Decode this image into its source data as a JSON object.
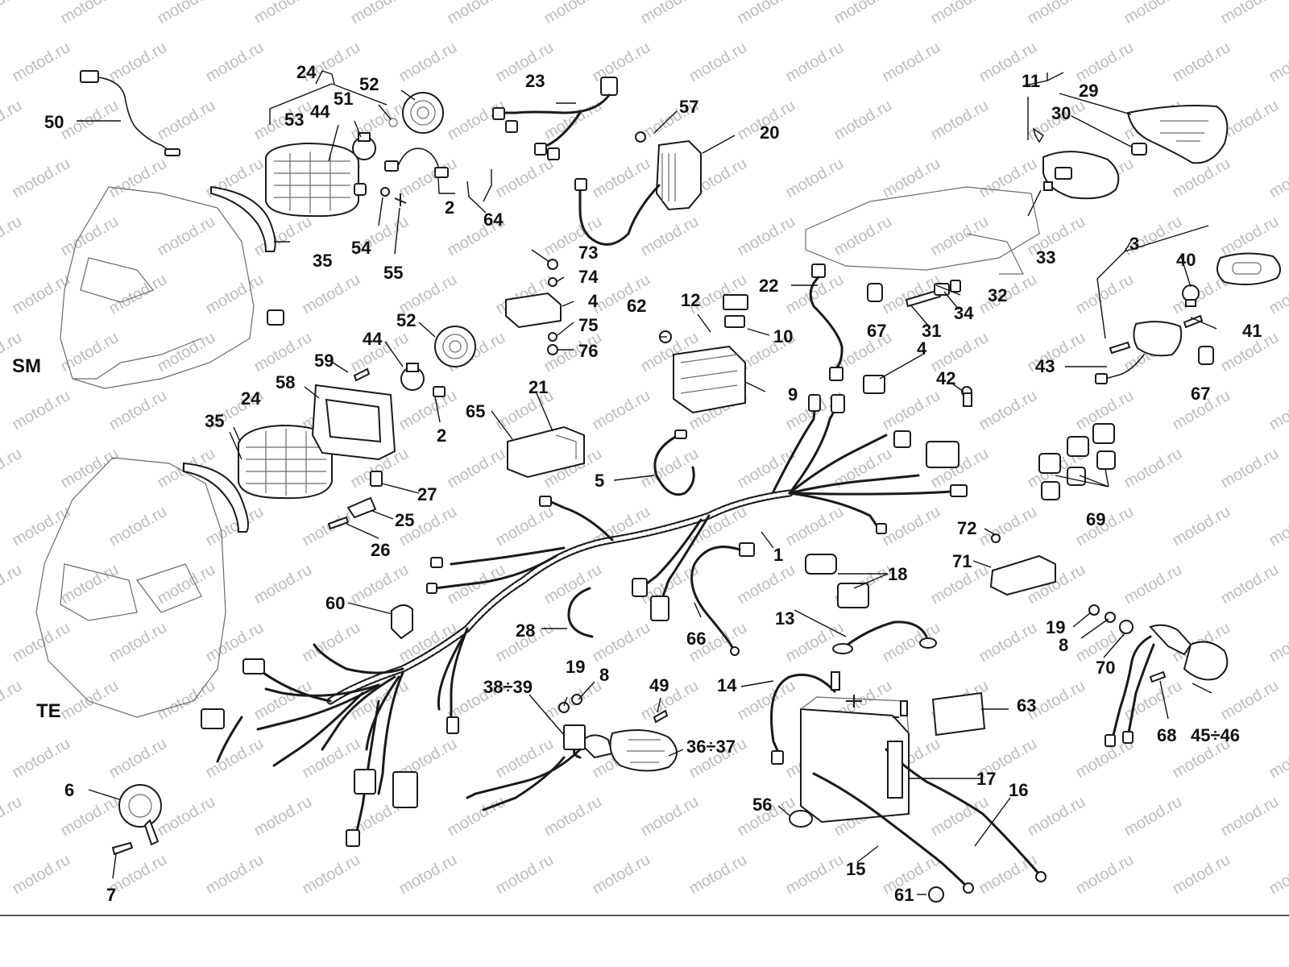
{
  "watermark": "motod.ru",
  "variants": [
    "SM",
    "TE"
  ],
  "callouts": {
    "c1": "1",
    "c2a": "2",
    "c2b": "2",
    "c3": "3",
    "c4a": "4",
    "c4b": "4",
    "c5": "5",
    "c6": "6",
    "c7": "7",
    "c8a": "8",
    "c8b": "8",
    "c9": "9",
    "c10": "10",
    "c11": "11",
    "c12": "12",
    "c13": "13",
    "c14": "14",
    "c15": "15",
    "c16": "16",
    "c17": "17",
    "c18": "18",
    "c19a": "19",
    "c19b": "19",
    "c20": "20",
    "c21": "21",
    "c22": "22",
    "c23": "23",
    "c24a": "24",
    "c24b": "24",
    "c25": "25",
    "c26": "26",
    "c27": "27",
    "c28": "28",
    "c29": "29",
    "c30": "30",
    "c31": "31",
    "c32": "32",
    "c33": "33",
    "c34": "34",
    "c35a": "35",
    "c35b": "35",
    "c3637": "36÷37",
    "c3839": "38÷39",
    "c40": "40",
    "c41": "41",
    "c42": "42",
    "c43": "43",
    "c44a": "44",
    "c44b": "44",
    "c4546": "45÷46",
    "c49": "49",
    "c50": "50",
    "c51": "51",
    "c52a": "52",
    "c52b": "52",
    "c53": "53",
    "c54": "54",
    "c55": "55",
    "c56": "56",
    "c57": "57",
    "c58": "58",
    "c59": "59",
    "c60": "60",
    "c61": "61",
    "c62": "62",
    "c63": "63",
    "c64": "64",
    "c65": "65",
    "c66": "66",
    "c67a": "67",
    "c67b": "67",
    "c68": "68",
    "c69": "69",
    "c70": "70",
    "c71": "71",
    "c72": "72",
    "c73": "73",
    "c74": "74",
    "c75": "75",
    "c76": "76"
  }
}
